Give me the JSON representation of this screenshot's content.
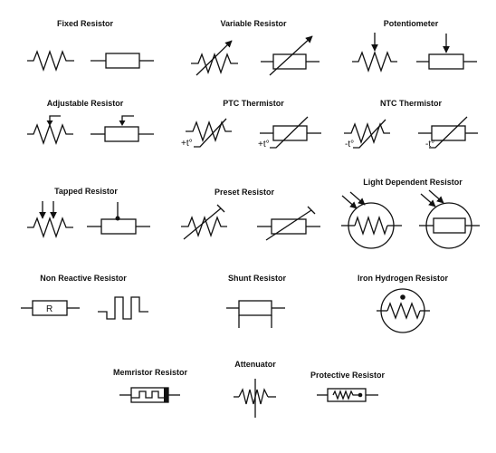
{
  "labels": {
    "fixed": "Fixed Resistor",
    "variable": "Variable Resistor",
    "potentiometer": "Potentiometer",
    "adjustable": "Adjustable Resistor",
    "ptc": "PTC Thermistor",
    "ntc": "NTC Thermistor",
    "tapped": "Tapped Resistor",
    "preset": "Preset Resistor",
    "ldr": "Light Dependent Resistor",
    "non_reactive": "Non Reactive Resistor",
    "shunt": "Shunt Resistor",
    "iron_hydrogen": "Iron Hydrogen Resistor",
    "memristor": "Memristor Resistor",
    "attenuator": "Attenuator",
    "protective": "Protective Resistor"
  },
  "symbol_text": {
    "ptc_plus_t": "+t°",
    "ntc_minus_t": "-t°",
    "non_reactive_r": "R"
  },
  "colors": {
    "line": "#111111",
    "background": "#ffffff"
  }
}
